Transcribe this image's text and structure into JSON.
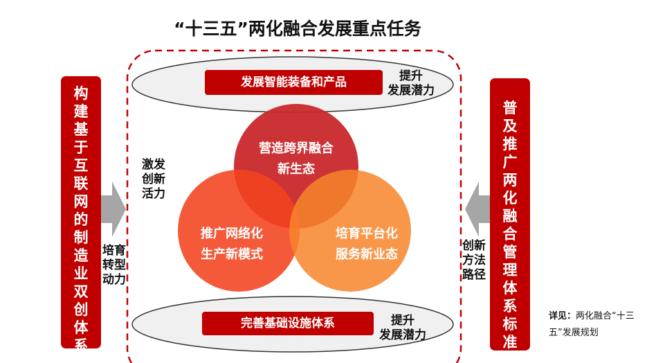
{
  "title": "“十三五”两化融合发展重点任务",
  "top_box": "发展智能装备和产品",
  "top_side": "提升\n发展潜力",
  "bottom_box": "完善基础设施体系",
  "bottom_side": "提升\n发展潜力",
  "circles": {
    "top": "营造跨界融合\n新生态",
    "left": "推广网络化\n生产新模式",
    "right": "培育平台化\n服务新业态"
  },
  "left_bar": "构建基于互联网的制造业双创体系",
  "right_bar": "普及推广两化融合管理体系标准",
  "label_activate": "激发\n创新\n活力",
  "label_left": "培育\n转型\n动力",
  "label_right": "创新\n方法\n路径",
  "note": {
    "prefix": "详见：",
    "text": "两化融合“十三五”发展规划"
  },
  "colors": {
    "red": "#c00000",
    "circle_top": "#c8282c",
    "circle_left": "#f2431f",
    "circle_right": "#f7852a"
  }
}
